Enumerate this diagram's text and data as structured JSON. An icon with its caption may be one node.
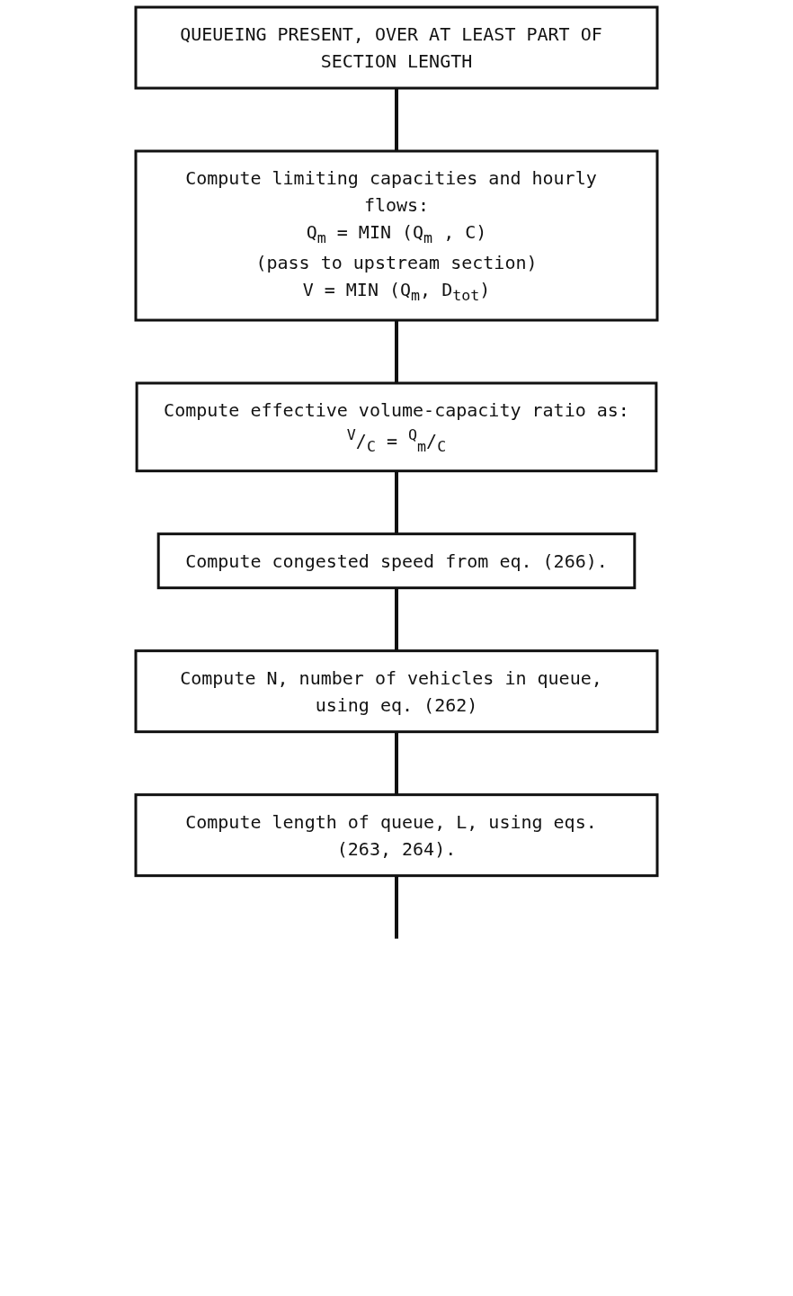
{
  "diagram": {
    "nodes": [
      {
        "text": [
          "QUEUEING PRESENT, OVER AT LEAST PART OF SECTION LENGTH"
        ]
      },
      {
        "text": [
          "Compute limiting capacities and hourly flows:",
          "Q$_{m}$ = MIN (Q$_{m}$ , C)",
          "(pass to upstream section)",
          "V = MIN (Q$_{m}$, D$_{tot}$)"
        ]
      },
      {
        "text": [
          "Compute effective volume-capacity ratio as:",
          "$^{V}$/$_{C}$ = $^{Q}$$_{m}$/$_{C}$"
        ]
      },
      {
        "text": [
          "Compute congested speed from eq. (266)."
        ]
      },
      {
        "text": [
          "Compute N, number of vehicles in queue, using eq. (262)"
        ]
      },
      {
        "text": [
          "Compute length of queue, L, using eqs. (263, 264)."
        ]
      }
    ],
    "edges": [
      {
        "from": 0,
        "to": 1,
        "arrow": "none"
      },
      {
        "from": 1,
        "to": 2,
        "arrow": "none"
      },
      {
        "from": 2,
        "to": 3,
        "arrow": "none"
      },
      {
        "from": 3,
        "to": 4,
        "arrow": "none"
      },
      {
        "from": 4,
        "to": 5,
        "arrow": "none"
      },
      {
        "from": 5,
        "to": null,
        "arrow": "none"
      }
    ]
  }
}
